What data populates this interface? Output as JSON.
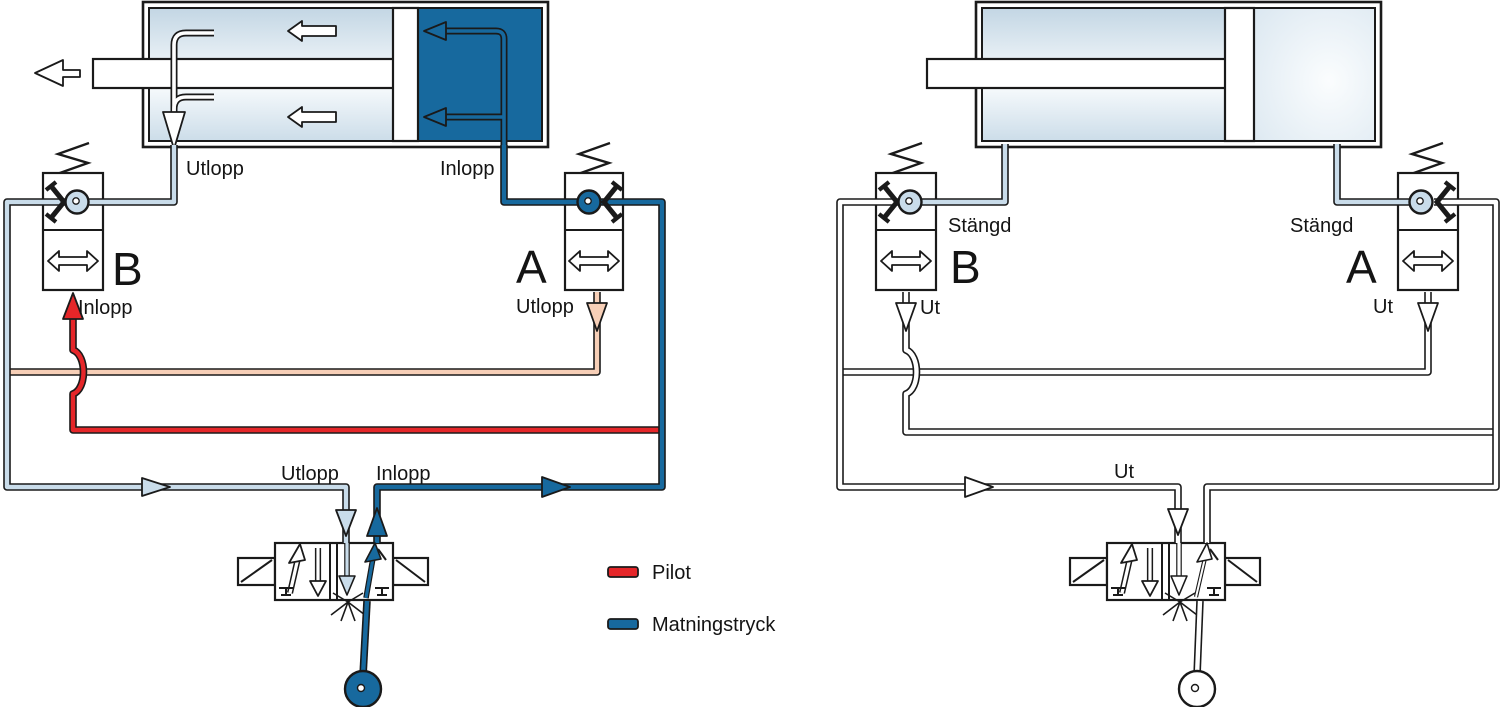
{
  "colors": {
    "pilot_red": "#e52629",
    "supply_blue": "#17699e",
    "exhaust_light_blue": "#c9dcea",
    "pilot_exhaust_salmon": "#f7cfb7",
    "line_black": "#1a1a1a"
  },
  "left": {
    "cyl_out": "Utlopp",
    "cyl_in": "Inlopp",
    "vb_letter": "B",
    "vb_port": "Inlopp",
    "va_letter": "A",
    "va_port": "Utlopp",
    "dv_out": "Utlopp",
    "dv_in": "Inlopp"
  },
  "right": {
    "vb_letter": "B",
    "vb_status": "Stängd",
    "vb_port": "Ut",
    "va_letter": "A",
    "va_status": "Stängd",
    "va_port": "Ut",
    "dv_out": "Ut"
  },
  "legend": {
    "pilot_label": "Pilot",
    "supply_label": "Matningstryck"
  }
}
